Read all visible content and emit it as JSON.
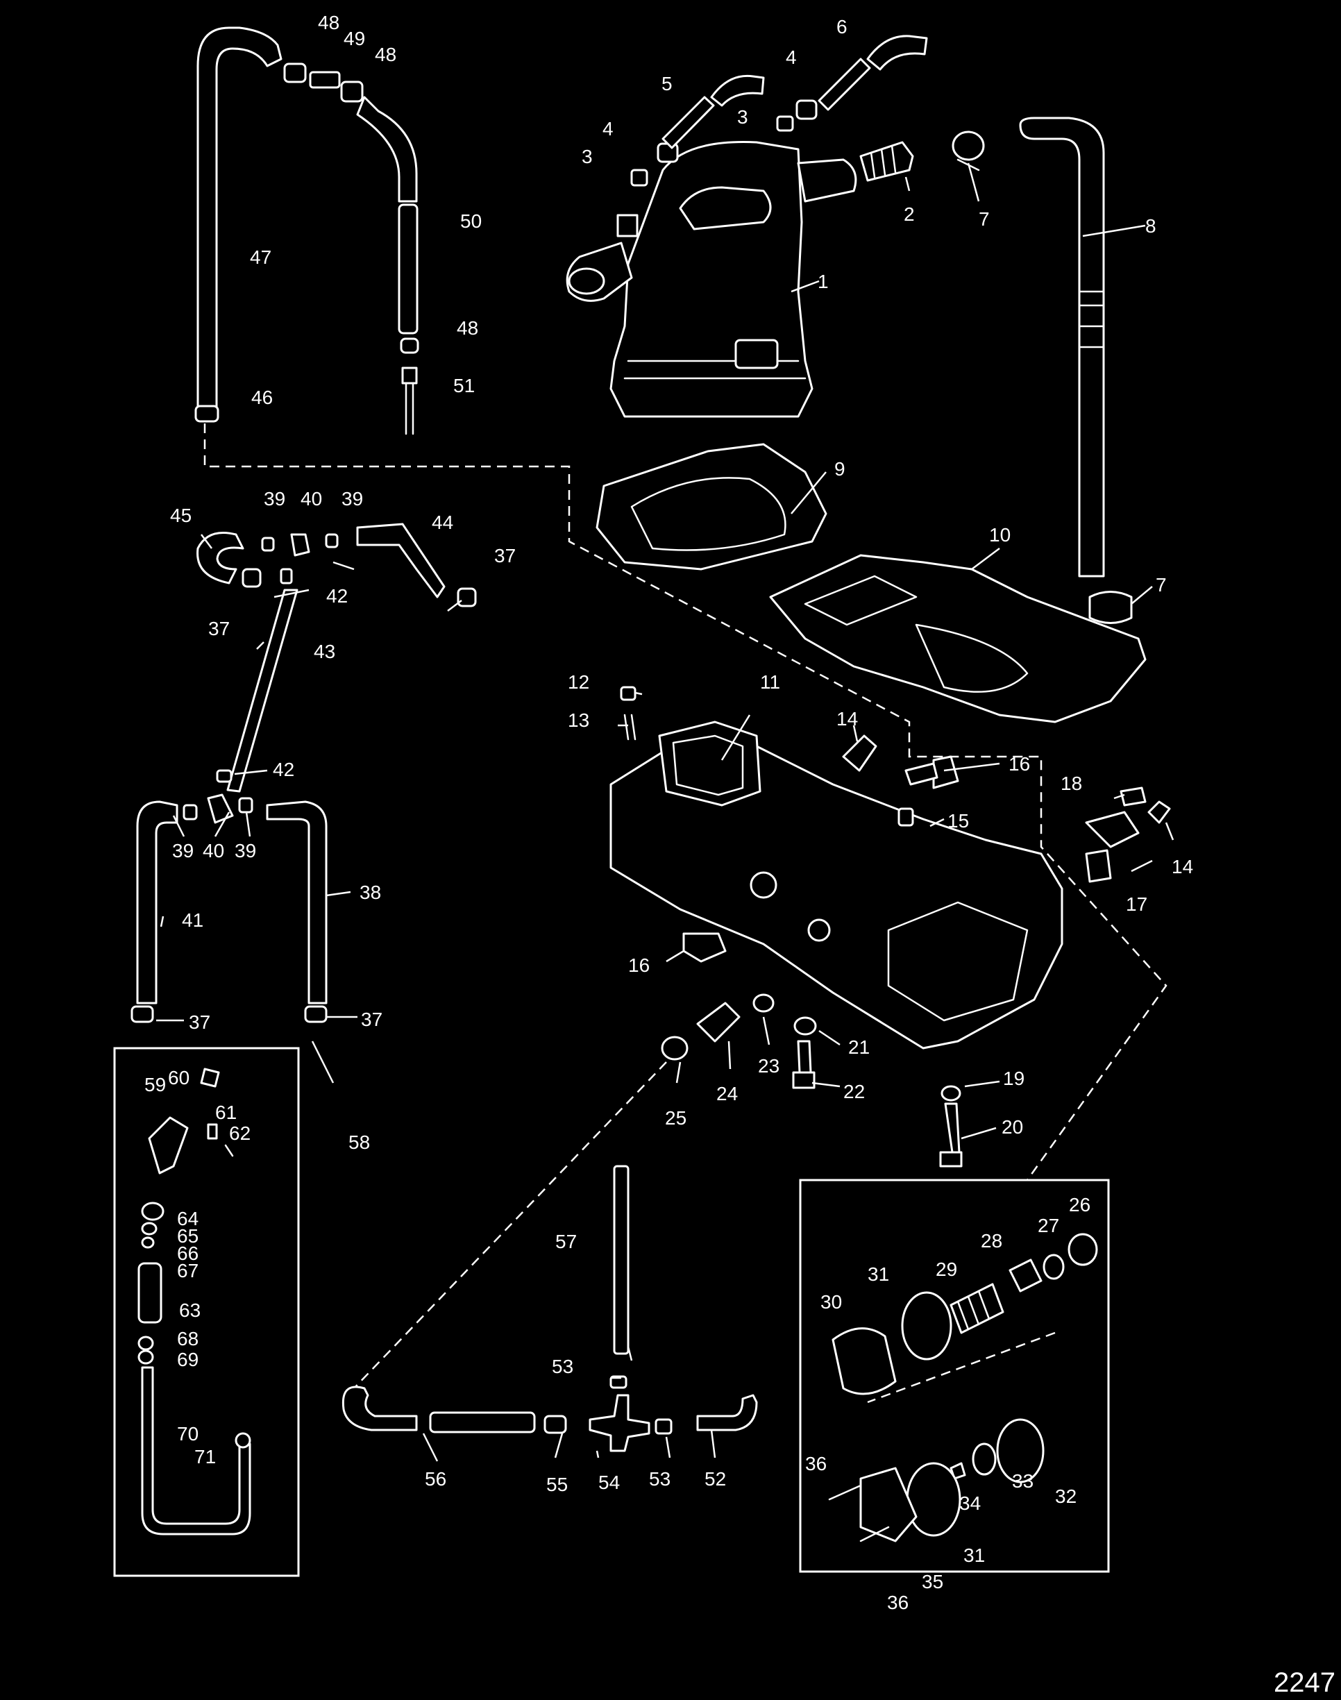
{
  "figure_id": "2247",
  "callouts": [
    "1",
    "2",
    "3",
    "4",
    "5",
    "6",
    "7",
    "8",
    "9",
    "10",
    "11",
    "12",
    "13",
    "14",
    "15",
    "16",
    "17",
    "18",
    "19",
    "20",
    "21",
    "22",
    "23",
    "24",
    "25",
    "26",
    "27",
    "28",
    "29",
    "30",
    "31",
    "32",
    "33",
    "34",
    "35",
    "36",
    "37",
    "38",
    "39",
    "40",
    "41",
    "42",
    "43",
    "44",
    "45",
    "46",
    "47",
    "48",
    "49",
    "50",
    "51",
    "52",
    "53",
    "54",
    "55",
    "56",
    "57",
    "58",
    "59",
    "60",
    "61",
    "62",
    "63",
    "64",
    "65",
    "66",
    "67",
    "68",
    "69",
    "70",
    "71"
  ]
}
